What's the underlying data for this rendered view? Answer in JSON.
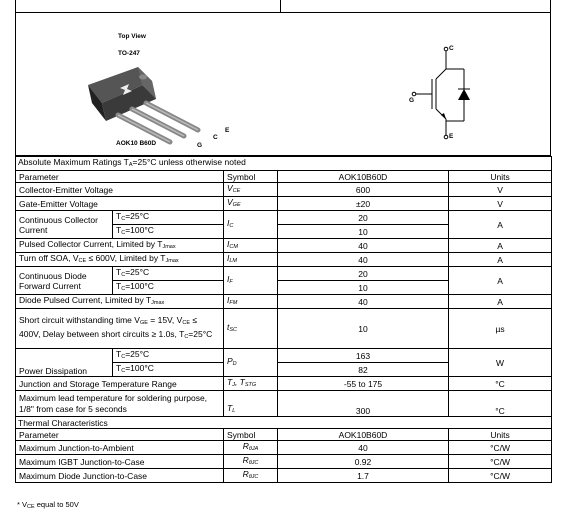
{
  "figure": {
    "top_view": "Top View",
    "package": "TO-247",
    "part_marking": "AOK10 B60D",
    "pins": [
      "G",
      "C",
      "E"
    ],
    "symbol_pins": {
      "c": "C",
      "g": "G",
      "e": "E"
    }
  },
  "amr": {
    "title_main": "Absolute Maximum Ratings  T",
    "title_sub": "A",
    "title_rest": "=25°C unless otherwise noted",
    "columns": [
      "Parameter",
      "Symbol",
      "AOK10B60D",
      "Units"
    ],
    "rows": {
      "vce": {
        "param": "Collector-Emitter Voltage",
        "sym": "V",
        "sym_sub": "CE",
        "value": "600",
        "unit": "V"
      },
      "vge": {
        "param": "Gate-Emitter Voltage",
        "sym": "V",
        "sym_sub": "GE",
        "value": "±20",
        "unit": "V"
      },
      "ic": {
        "param": "Continuous Collector Current",
        "cond1": "T",
        "cond1_sub": "C",
        "cond1_rest": "=25°C",
        "cond2": "T",
        "cond2_sub": "C",
        "cond2_rest": "=100°C",
        "sym": "I",
        "sym_sub": "C",
        "v1": "20",
        "v2": "10",
        "unit": "A"
      },
      "icm": {
        "param": "Pulsed Collector Current, Limited by T",
        "param_sub": "Jmax",
        "sym": "I",
        "sym_sub": "CM",
        "value": "40",
        "unit": "A"
      },
      "ilm": {
        "param_a": "Turn off SOA, V",
        "param_sub": "CE",
        "param_b": " ≤ 600V, Limited by T",
        "param_sub2": "Jmax",
        "sym": "I",
        "sym_sub": "LM",
        "value": "40",
        "unit": "A"
      },
      "if": {
        "param": "Continuous Diode Forward Current",
        "cond1": "T",
        "cond1_sub": "C",
        "cond1_rest": "=25°C",
        "cond2": "T",
        "cond2_sub": "C",
        "cond2_rest": "=100°C",
        "sym": "I",
        "sym_sub": "F",
        "v1": "20",
        "v2": "10",
        "unit": "A"
      },
      "ifm": {
        "param": "Diode Pulsed Current, Limited by T",
        "param_sub": "Jmax",
        "sym": "I",
        "sym_sub": "FM",
        "value": "40",
        "unit": "A"
      },
      "tsc": {
        "p1": "Short circuit withstanding time V",
        "p1_sub": "GE",
        "p2": " = 15V, V",
        "p2_sub": "CE",
        "p3": "≤ 400V, Delay between short circuits ≥ 1.0s, T",
        "p3_sub": "C",
        "p4": "=25°C",
        "sym": "t",
        "sym_sub": "SC",
        "value": "10",
        "unit": "µs"
      },
      "pd": {
        "param": "Power Dissipation",
        "cond1": "T",
        "cond1_sub": "C",
        "cond1_rest": "=25°C",
        "cond2": "T",
        "cond2_sub": "C",
        "cond2_rest": "=100°C",
        "sym": "P",
        "sym_sub": "D",
        "v1": "163",
        "v2": "82",
        "unit": "W"
      },
      "tj": {
        "param": "Junction and Storage Temperature Range",
        "sym_a": "T",
        "sym_a_sub": "J",
        "sym_mid": ", T",
        "sym_b_sub": "STG",
        "value": "-55 to 175",
        "unit": "°C"
      },
      "tl": {
        "param": "Maximum lead temperature for soldering purpose, 1/8\" from case for 5 seconds",
        "sym": "T",
        "sym_sub": "L",
        "value": "300",
        "unit": "°C"
      }
    }
  },
  "thermal": {
    "title": "Thermal Characteristics",
    "columns": [
      "Parameter",
      "Symbol",
      "AOK10B60D",
      "Units"
    ],
    "rows": [
      {
        "param": "Maximum Junction-to-Ambient",
        "sym": "R",
        "sym_sub": "θJA",
        "value": "40",
        "unit": "°C/W"
      },
      {
        "param": "Maximum IGBT Junction-to-Case",
        "sym": "R",
        "sym_sub": "θJC",
        "value": "0.92",
        "unit": "°C/W"
      },
      {
        "param": "Maximum Diode Junction-to-Case",
        "sym": "R",
        "sym_sub": "θJC",
        "value": "1.7",
        "unit": "°C/W"
      }
    ]
  },
  "footnote": {
    "star": "* V",
    "sub": "CE",
    "rest": " equal to 50V"
  }
}
